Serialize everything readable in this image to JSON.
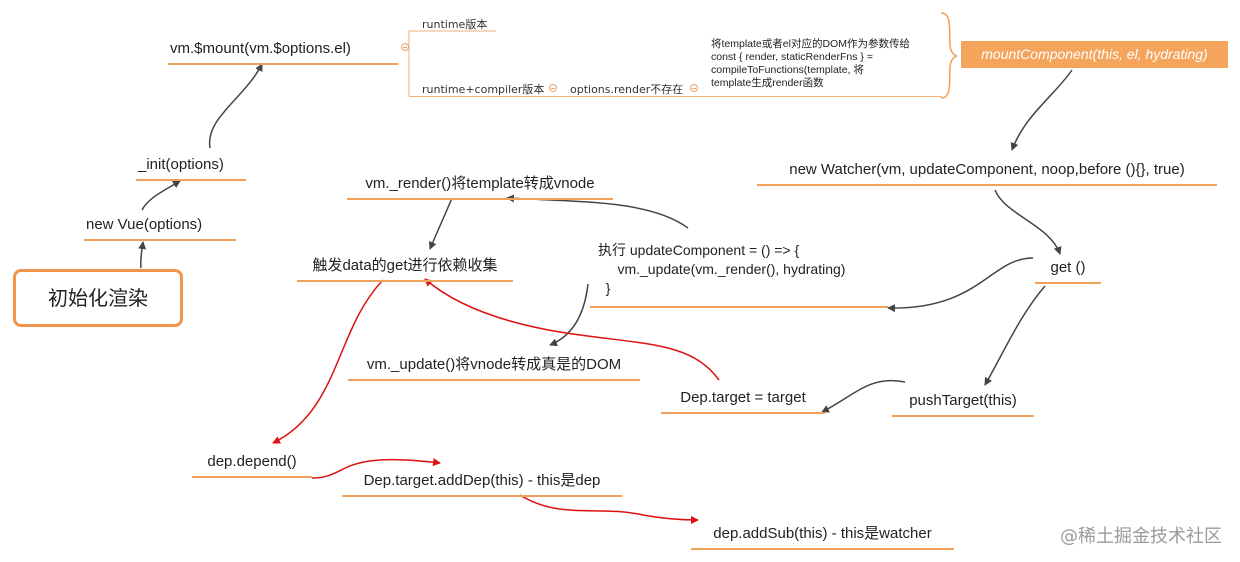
{
  "root_label": "初始化渲染",
  "nodes": {
    "new_vue": "new Vue(options)",
    "init": "_init(options)",
    "mount": "vm.$mount(vm.$options.el)",
    "runtime": "runtime版本",
    "runtime_compiler": "runtime+compiler版本",
    "options_render": "options.render不存在",
    "mount_component": "mountComponent(this, el, hydrating)",
    "new_watcher": "new Watcher(vm, updateComponent, noop,before (){}, true)",
    "get": "get ()",
    "push_target": "pushTarget(this)",
    "dep_target": "Dep.target = target",
    "vm_render": "vm._render()将template转成vnode",
    "trigger_get": "触发data的get进行依赖收集",
    "vm_update": "vm._update()将vnode转成真是的DOM",
    "dep_depend": "dep.depend()",
    "add_dep": "Dep.target.addDep(this) - this是dep",
    "add_sub": "dep.addSub(this) - this是watcher"
  },
  "compile_note": [
    "将template或者el对应的DOM作为参数传给",
    "const { render, staticRenderFns } =",
    "compileToFunctions(template, 将",
    "template生成render函数"
  ],
  "update_code": [
    "执行 updateComponent = () => {",
    "     vm._update(vm._render(), hydrating)",
    "  }"
  ],
  "watermark": "@稀土掘金技术社区",
  "colors": {
    "accent": "#f0a15a",
    "highlight_fill": "#f5a45c",
    "connector": "#444444",
    "dependency_arrow": "#dd1111"
  }
}
